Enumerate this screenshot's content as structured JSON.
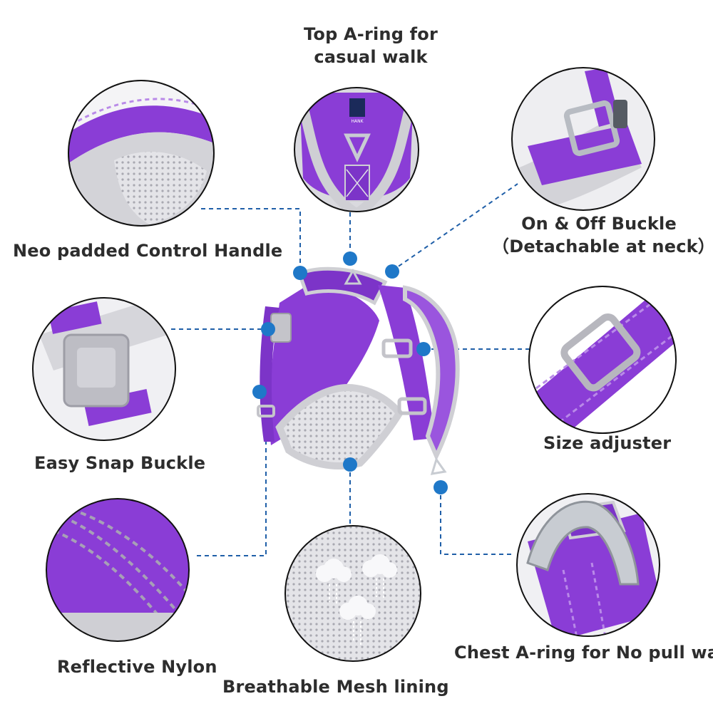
{
  "colors": {
    "purple": "#8a3dd6",
    "purple_dark": "#6a23b4",
    "gray_trim": "#cfcfd4",
    "mesh": "#e2e2e6",
    "connector": "#1f5fa8",
    "dot": "#1f78c8",
    "text": "#2d2d2d",
    "metal": "#c8ccd2"
  },
  "labels": {
    "top_ring_line1": "Top A-ring for",
    "top_ring_line2": "casual walk",
    "handle": "Neo padded Control Handle",
    "buckle_line1": "On & Off Buckle",
    "buckle_line2": "（Detachable at neck）",
    "snap": "Easy Snap Buckle",
    "adjuster": "Size adjuster",
    "nylon": "Reflective Nylon",
    "mesh": "Breathable Mesh lining",
    "chest_ring": "Chest A-ring for No pull walk"
  },
  "brand_tag": "HANK"
}
